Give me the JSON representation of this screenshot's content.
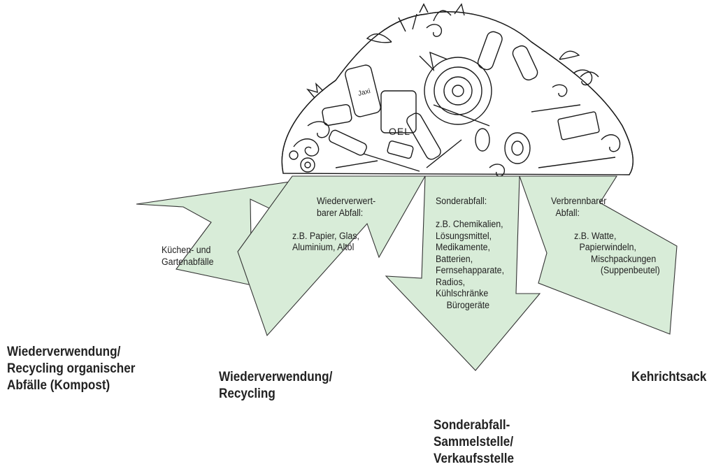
{
  "pile_image": "waste-pile-drawing",
  "pile_labels": [
    "Jaxi",
    "OEL"
  ],
  "colors": {
    "arrow_fill": "#d8ecd8",
    "arrow_stroke": "#333333",
    "text": "#222222"
  },
  "arrows": {
    "compost": {
      "lines": [
        "Küchen- und",
        "Gartenabfälle"
      ]
    },
    "recycling": {
      "lines": [
        "Wiederverwert-",
        "barer Abfall:",
        "",
        "z.B. Papier, Glas,",
        "Aluminium, Altöl"
      ]
    },
    "special": {
      "lines": [
        "Sonderabfall:",
        "",
        "z.B. Chemikalien,",
        "Lösungsmittel,",
        "Medikamente,",
        "Batterien,",
        "Fernsehapparate,",
        "Radios,",
        "Kühlschränke",
        "Bürogeräte"
      ]
    },
    "burnable": {
      "lines": [
        "Verbrennbarer",
        "Abfall:",
        "",
        "z.B. Watte,",
        "Papierwindeln,",
        "Mischpackungen",
        "(Suppenbeutel)"
      ]
    }
  },
  "destinations": {
    "compost": [
      "Wiederverwendung/",
      "Recycling organischer",
      "Abfälle (Kompost)"
    ],
    "recycling": [
      "Wiederverwendung/",
      "Recycling"
    ],
    "special": [
      "Sonderabfall-",
      "Sammelstelle/",
      "Verkaufsstelle"
    ],
    "household": [
      "Kehrichtsack"
    ]
  }
}
